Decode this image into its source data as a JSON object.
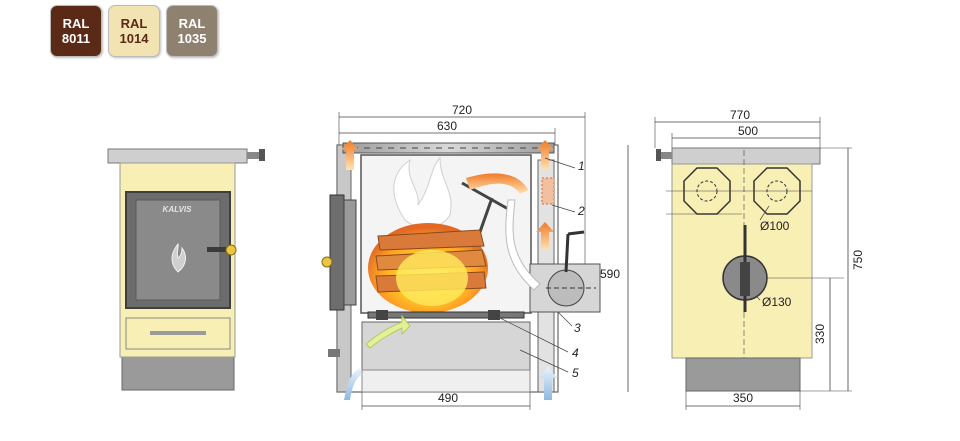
{
  "colors": {
    "ral8011": "#5a2a16",
    "ral1014": "#f2e3b3",
    "ral1035": "#8f8170",
    "cream": "#f7efb4",
    "steel": "#b9b9b9",
    "dark": "#555555",
    "base": "#9a9a9a"
  },
  "swatches": [
    {
      "line1": "RAL",
      "line2": "8011",
      "bg": "#5a2a16",
      "fg": "#ffffff"
    },
    {
      "line1": "RAL",
      "line2": "1014",
      "bg": "#f2e3b3",
      "fg": "#5a2a16"
    },
    {
      "line1": "RAL",
      "line2": "1035",
      "bg": "#8f8170",
      "fg": "#ffffff"
    }
  ],
  "front": {
    "brand": "KALVIS"
  },
  "section": {
    "dims": {
      "outer_width": "720",
      "inner_width": "630",
      "bottom_width": "490",
      "height": "590"
    },
    "callouts": [
      "1",
      "2",
      "3",
      "4",
      "5"
    ]
  },
  "side": {
    "dims": {
      "outer_width": "770",
      "inner_width": "500",
      "bottom_width": "350",
      "height": "750",
      "outlet_height": "330"
    },
    "diameters": {
      "small": "Ø100",
      "large": "Ø130"
    }
  }
}
